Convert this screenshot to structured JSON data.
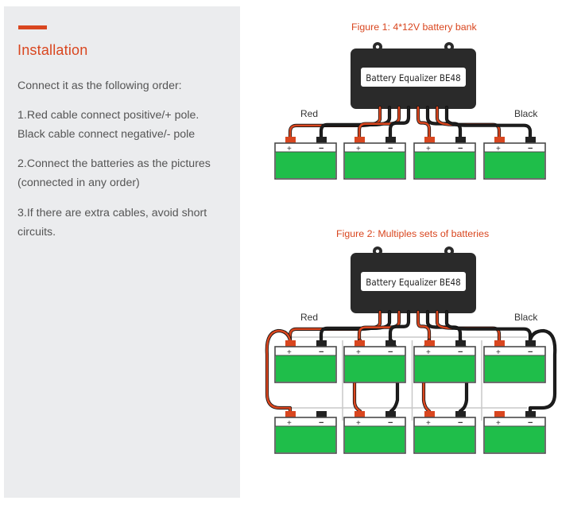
{
  "installation": {
    "heading": "Installation",
    "intro": "Connect it as the following order:",
    "step1_line1": "1.Red cable connect positive/+ pole.",
    "step1_line2": "Black cable connect negative/- pole",
    "step2_line1": "2.Connect the batteries as the pictures",
    "step2_line2": "(connected in any order)",
    "step3_line1": "3.If there are extra cables, avoid short",
    "step3_line2": "circuits."
  },
  "figure1": {
    "title": "Figure 1: 4*12V battery bank",
    "device_label": "Battery Equalizer BE48",
    "red_label": "Red",
    "black_label": "Black",
    "battery_count": 4
  },
  "figure2": {
    "title": "Figure 2: Multiples sets of batteries",
    "device_label": "Battery Equalizer BE48",
    "red_label": "Red",
    "black_label": "Black",
    "battery_count": 8
  },
  "terminals": {
    "positive": "+",
    "negative": "−"
  },
  "colors": {
    "accent": "#d9461f",
    "panel_bg": "#ebecee",
    "device_body": "#2a2a2a",
    "battery_green": "#1fbe4a",
    "red_cable": "#d9461f",
    "black_cable": "#1e1e1e",
    "jumper": "#c8c8c8"
  }
}
